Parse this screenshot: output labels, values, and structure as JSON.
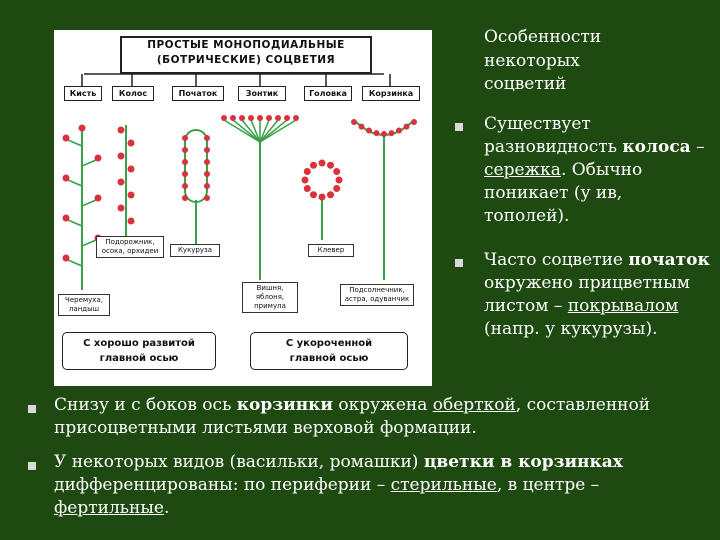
{
  "figure": {
    "title_line1": "ПРОСТЫЕ МОНОПОДИАЛЬНЫЕ",
    "title_line2": "(БОТРИЧЕСКИЕ) СОЦВЕТИЯ",
    "categories": [
      "Кисть",
      "Колос",
      "Початок",
      "Зонтик",
      "Головка",
      "Корзинка"
    ],
    "labels": {
      "podorozhnik": "Подорожник, осока, орхидеи",
      "kukuruza": "Кукуруза",
      "cheremukha": "Черемуха, ландыш",
      "klever": "Клевер",
      "vishnya": "Вишня, яблоня, примула",
      "podsolnechnik": "Подсолнечник, астра, одуванчик"
    },
    "axis_left_line1": "С хорошо развитой",
    "axis_left_line2": "главной осью",
    "axis_right_line1": "С укороченной",
    "axis_right_line2": "главной осью",
    "colors": {
      "flower": "#d8323c",
      "stem": "#3aa04a"
    }
  },
  "right": {
    "heading": "Особенности некоторых соцветий",
    "b1_pre": "Существует разновидность ",
    "b1_bold": "колоса",
    "b1_mid": " – ",
    "b1_link": "сережка",
    "b1_post": ". Обычно поникает (у ив, тополей).",
    "b2_pre": "Часто соцветие ",
    "b2_bold": "початок",
    "b2_mid": " окружено прицветным листом – ",
    "b2_link": "покрывалом",
    "b2_post": " (напр. у кукурузы)."
  },
  "bottom": {
    "b3_pre": "Снизу и с боков ось ",
    "b3_bold": "корзинки",
    "b3_mid": " окружена ",
    "b3_link": "оберткой",
    "b3_post": ", составленной присоцветными листьями верховой формации.",
    "b4_pre": "У некоторых видов (васильки, ромашки) ",
    "b4_bold": "цветки в корзинках",
    "b4_mid": " дифференцированы: по периферии – ",
    "b4_link1": "стерильные",
    "b4_mid2": ", в центре – ",
    "b4_link2": "фертильные",
    "b4_post": "."
  },
  "theme": {
    "background": "#1e4a12",
    "bullet": "#d9d9d9"
  }
}
